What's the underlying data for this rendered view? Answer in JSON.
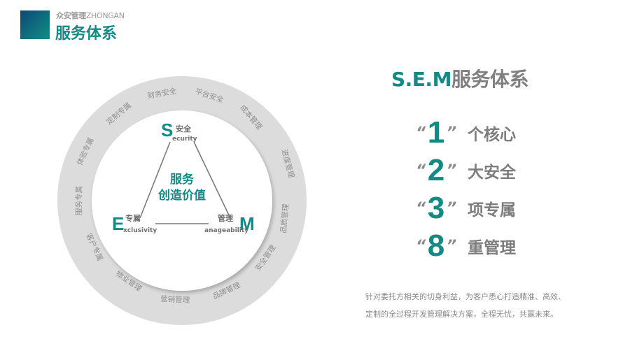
{
  "header": {
    "company": "众安管理",
    "company_en": "ZHONGAN",
    "title": "服务体系"
  },
  "diagram": {
    "center_line1": "服务",
    "center_line2": "创造价值",
    "nodes": [
      {
        "letter": "S",
        "cn": "安全",
        "rest": "ecurity"
      },
      {
        "letter": "E",
        "cn": "专属",
        "rest": "xclusivity"
      },
      {
        "letter": "M",
        "cn": "管理",
        "rest": "anageability"
      }
    ],
    "ring_items": [
      "财务安全",
      "平台安全",
      "成本管理",
      "进度管理",
      "品质管理",
      "安全管理",
      "品牌管理",
      "营销管理",
      "物业管理",
      "客户专属",
      "服务专属",
      "体验专属",
      "定制专属"
    ]
  },
  "sem": {
    "title_accent": "S.E.M",
    "title_rest": "服务体系",
    "quote_open": "“",
    "quote_close": "”",
    "items": [
      {
        "num": "1",
        "label": "个核心"
      },
      {
        "num": "2",
        "label": "大安全"
      },
      {
        "num": "3",
        "label": "项专属"
      },
      {
        "num": "8",
        "label": "重管理"
      }
    ],
    "description_line1": "针对委托方相关的切身利益，为客户悉心打造精准、高效、",
    "description_line2": "定制的全过程开发管理解决方案，全程无忧，共赢未来。"
  },
  "colors": {
    "accent": "#138a85",
    "gray_text": "#808080",
    "ring": "#dcdcdc"
  }
}
